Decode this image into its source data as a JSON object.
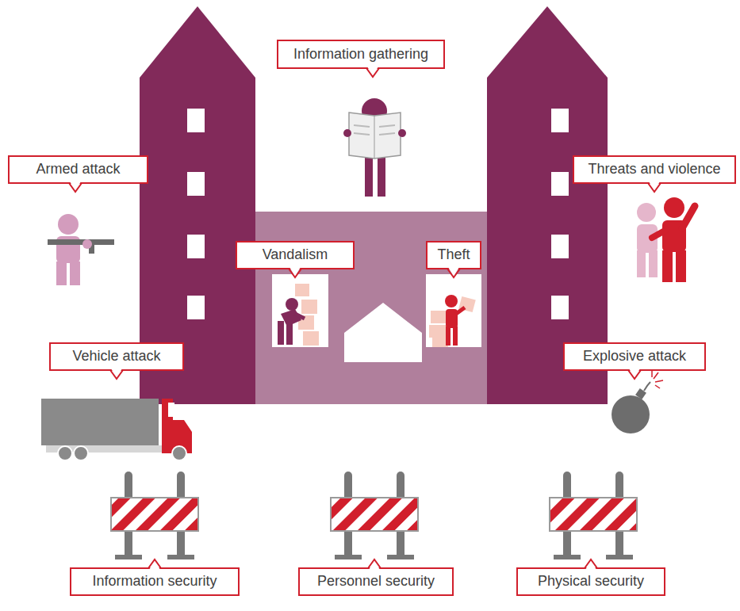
{
  "diagram": {
    "nodes": [
      {
        "text": [
          "Information gathering"
        ]
      },
      {
        "text": [
          "Armed attack"
        ]
      },
      {
        "text": [
          "Threats and violence"
        ]
      },
      {
        "text": [
          "Vandalism"
        ]
      },
      {
        "text": [
          "Theft"
        ]
      },
      {
        "text": [
          "Vehicle attack"
        ]
      },
      {
        "text": [
          "Explosive attack"
        ]
      },
      {
        "text": [
          "Information security"
        ]
      },
      {
        "text": [
          "Personnel security"
        ]
      },
      {
        "text": [
          "Physical security"
        ]
      }
    ]
  }
}
